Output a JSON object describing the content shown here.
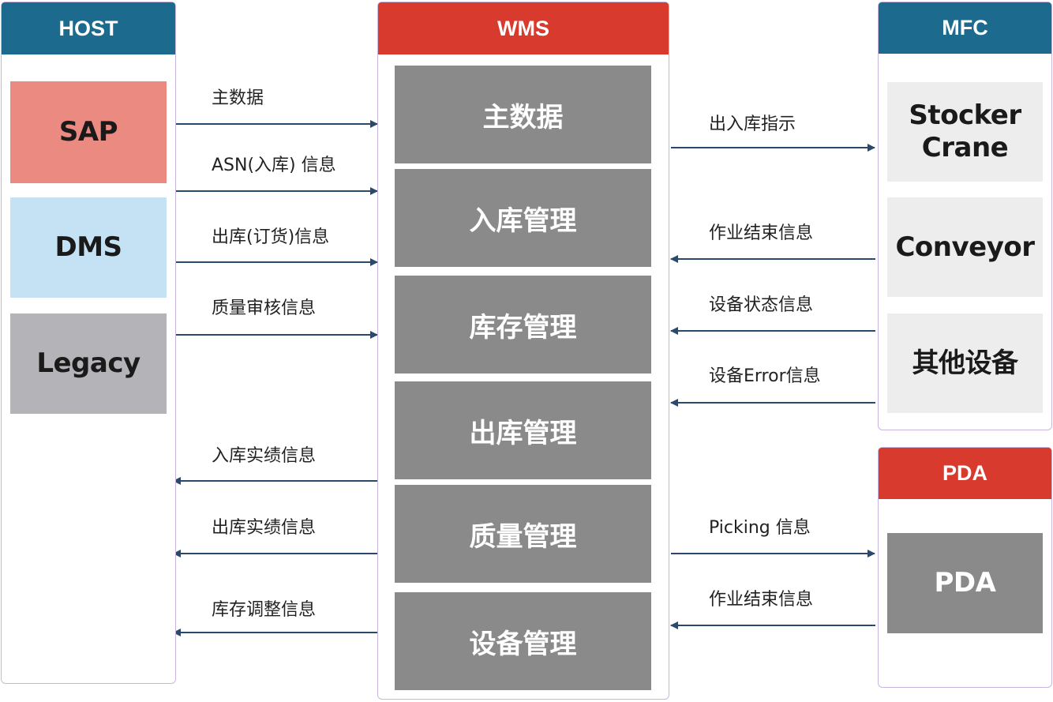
{
  "host": {
    "title": "HOST",
    "systems": [
      {
        "label": "SAP",
        "color": "#ea8a80"
      },
      {
        "label": "DMS",
        "color": "#c5e2f5"
      },
      {
        "label": "Legacy",
        "color": "#b3b3b8"
      }
    ]
  },
  "wms": {
    "title": "WMS",
    "modules": [
      "主数据",
      "入库管理",
      "库存管理",
      "出库管理",
      "质量管理",
      "设备管理"
    ]
  },
  "mfc": {
    "title": "MFC",
    "systems": [
      "Stocker Crane",
      "Conveyor",
      "其他设备"
    ]
  },
  "pda": {
    "title": "PDA",
    "device": "PDA"
  },
  "host_to_wms": [
    "主数据",
    "ASN(入库) 信息",
    "出库(订货)信息",
    "质量审核信息"
  ],
  "wms_to_host": [
    "入库实绩信息",
    "出库实绩信息",
    "库存调整信息"
  ],
  "wms_to_mfc": [
    "出入库指示"
  ],
  "mfc_to_wms": [
    "作业结束信息",
    "设备状态信息",
    "设备Error信息"
  ],
  "wms_to_pda": [
    "Picking 信息"
  ],
  "pda_to_wms": [
    "作业结束信息"
  ],
  "colors": {
    "header_blue": "#1c6b8f",
    "header_red": "#d83a2e",
    "module_gray": "#8a8a8a",
    "arrow": "#2b4a6b",
    "mfc_box": "#ededee",
    "pda_box": "#8a8a8a"
  }
}
